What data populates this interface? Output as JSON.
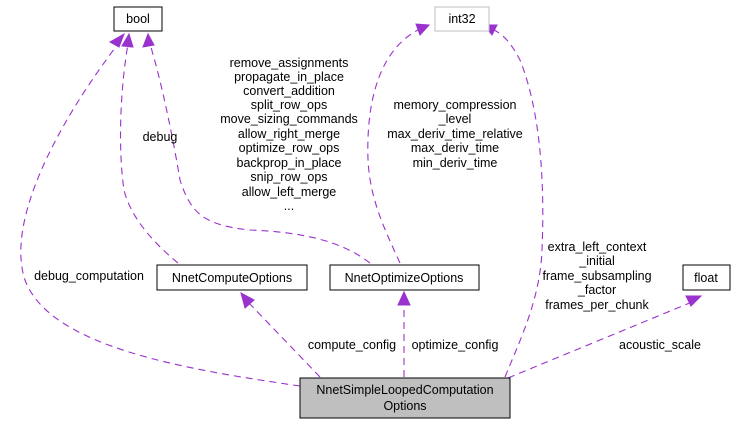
{
  "nodes": {
    "bool": "bool",
    "int32": "int32",
    "float": "float",
    "compute_options": "NnetComputeOptions",
    "optimize_options": "NnetOptimizeOptions",
    "main_line1": "NnetSimpleLoopedComputation",
    "main_line2": "Options"
  },
  "labels": {
    "debug_computation": "debug_computation",
    "debug": "debug",
    "optimize_bool": [
      "remove_assignments",
      "propagate_in_place",
      "convert_addition",
      "split_row_ops",
      "move_sizing_commands",
      "allow_right_merge",
      "optimize_row_ops",
      "backprop_in_place",
      "snip_row_ops",
      "allow_left_merge",
      "..."
    ],
    "optimize_int32": [
      "memory_compression",
      "_level",
      "max_deriv_time_relative",
      "max_deriv_time",
      "min_deriv_time"
    ],
    "main_int32": [
      "extra_left_context",
      "_initial",
      "frame_subsampling",
      "_factor",
      "frames_per_chunk"
    ],
    "compute_config": "compute_config",
    "optimize_config": "optimize_config",
    "acoustic_scale": "acoustic_scale"
  },
  "colors": {
    "edge": "#9a32cd",
    "main_node_fill": "#bfbfbf",
    "gray_node_border": "#bfbfbf"
  }
}
